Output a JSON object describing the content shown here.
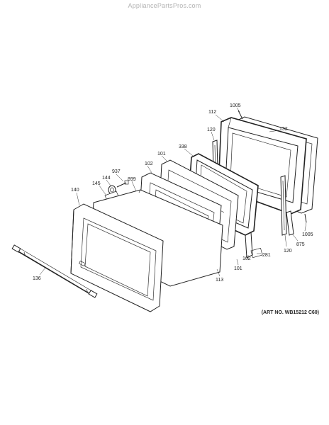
{
  "watermark": "AppliancePartsPros.com",
  "art_number": "(ART NO. WB15212 C60)",
  "callouts": {
    "c1005a": "1005",
    "c112": "112",
    "c132": "132",
    "c120a": "120",
    "c338": "338",
    "c101a": "101",
    "c102a": "102",
    "c937": "937",
    "c144": "144",
    "c899": "899",
    "c145": "145",
    "c140": "140",
    "c1005b": "1005",
    "c875": "875",
    "c120b": "120",
    "c281": "281",
    "c102b": "102",
    "c101b": "101",
    "c113": "113",
    "c136": "136"
  }
}
